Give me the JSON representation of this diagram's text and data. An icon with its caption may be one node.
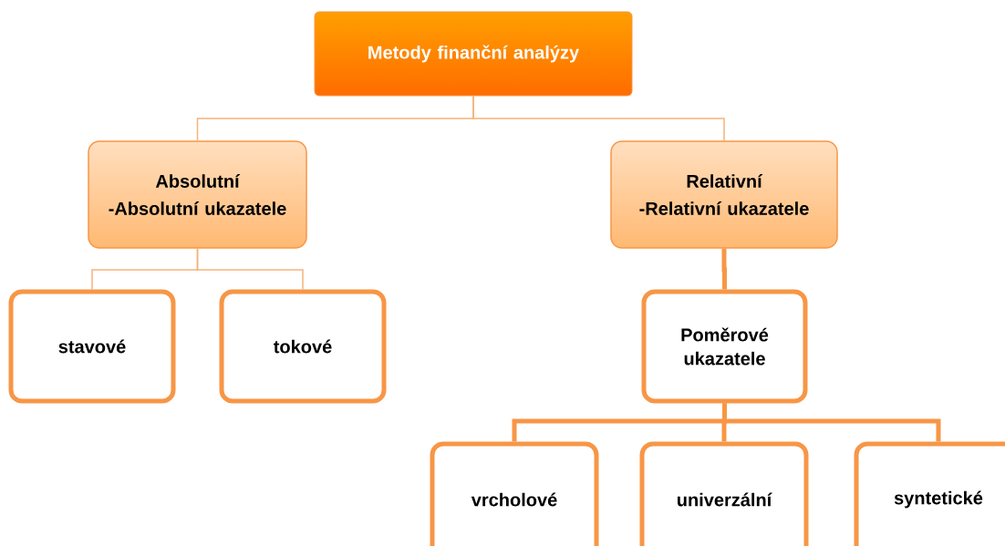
{
  "diagram": {
    "nodes": [
      {
        "text": [
          "Metody finanční analýzy"
        ]
      },
      {
        "text": [
          "Absolutní",
          "-Absolutní ukazatele"
        ]
      },
      {
        "text": [
          "Relativní",
          "-Relativní ukazatele"
        ]
      },
      {
        "text": [
          "stavové"
        ]
      },
      {
        "text": [
          "tokové"
        ]
      },
      {
        "text": [
          "Poměrové ukazatele"
        ]
      },
      {
        "text": [
          "vrcholové"
        ]
      },
      {
        "text": [
          "univerzální"
        ]
      },
      {
        "text": [
          "syntetické"
        ]
      }
    ],
    "edges": [
      {
        "from": 0,
        "to": 1,
        "arrow": "none"
      },
      {
        "from": 0,
        "to": 2,
        "arrow": "none"
      },
      {
        "from": 1,
        "to": 3,
        "arrow": "none"
      },
      {
        "from": 1,
        "to": 4,
        "arrow": "none"
      },
      {
        "from": 2,
        "to": 5,
        "arrow": "none",
        "style": "thick"
      },
      {
        "from": 5,
        "to": 6,
        "arrow": "none",
        "style": "thick"
      },
      {
        "from": 5,
        "to": 7,
        "arrow": "none",
        "style": "thick"
      },
      {
        "from": 5,
        "to": 8,
        "arrow": "none",
        "style": "thick"
      }
    ]
  }
}
